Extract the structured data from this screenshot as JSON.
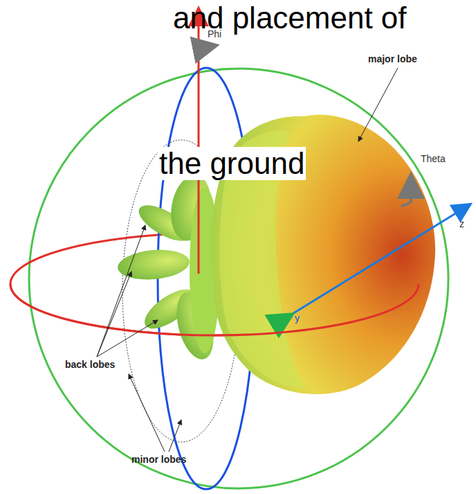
{
  "diagram": {
    "labels": [
      "and placement of",
      "the ground",
      "Phi",
      "major lobe",
      "Theta",
      "z",
      "y",
      "back lobes",
      "minor lobes"
    ]
  }
}
